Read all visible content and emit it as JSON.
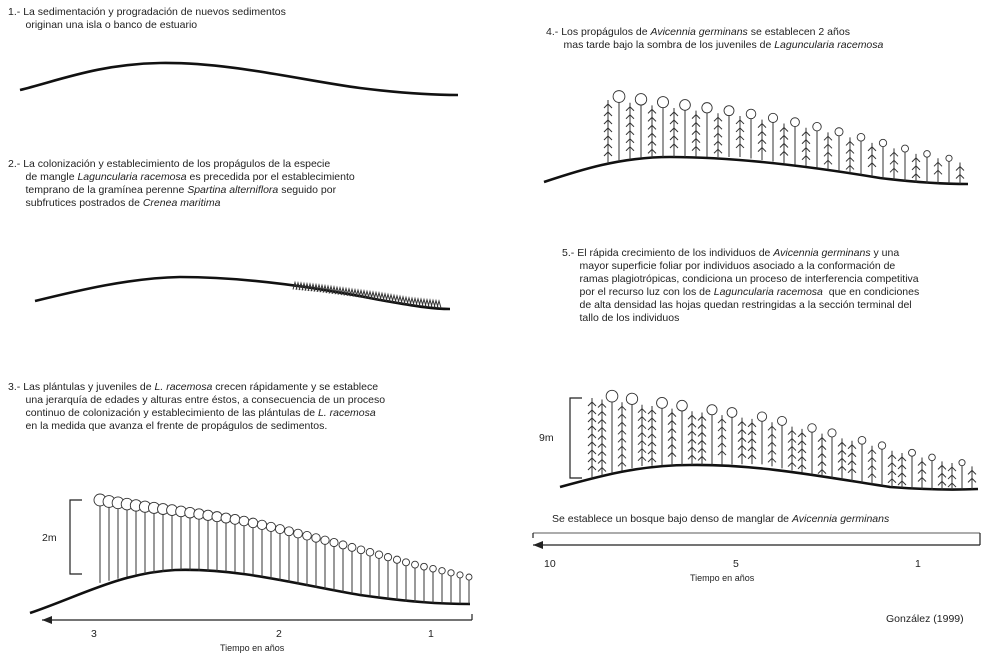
{
  "steps": {
    "s1": {
      "num": "1.-",
      "lines": [
        "La sedimentación y progradación de nuevos sedimentos",
        "originan una isla o banco de estuario"
      ]
    },
    "s2": {
      "num": "2.-",
      "l1": "La colonización y establecimiento de los propágulos de la especie",
      "l2a": "de mangle ",
      "l2b": "Laguncularia racemosa",
      "l2c": " es precedida por el establecimiento",
      "l3a": "temprano de la gramínea perenne ",
      "l3b": "Spartina alterniflora",
      "l3c": " seguido por",
      "l4a": "subfrutices postrados de ",
      "l4b": "Crenea maritima"
    },
    "s3": {
      "num": "3.-",
      "l1a": "Las plántulas y juveniles de ",
      "l1b": "L. racemosa",
      "l1c": " crecen rápidamente y se establece",
      "l2": "una jerarquía de edades y alturas entre éstos, a consecuencia de un proceso",
      "l3a": "continuo de colonización y establecimiento de las plántulas de ",
      "l3b": "L. racemosa",
      "l4": "en la medida que avanza el frente de propágulos de sedimentos."
    },
    "s4": {
      "num": "4.-",
      "l1a": "Los propágulos de ",
      "l1b": "Avicennia germinans",
      "l1c": " se establecen 2 años",
      "l2a": "mas tarde bajo la sombra de los juveniles de ",
      "l2b": "Laguncularia racemosa"
    },
    "s5": {
      "num": "5.-",
      "l1a": "El rápida crecimiento de los individuos de ",
      "l1b": "Avicennia germinans",
      "l1c": " y una",
      "l2": "mayor superficie foliar por individuos asociado a la conformación de",
      "l3": "ramas plagiotrópicas, condiciona un proceso de interferencia competitiva",
      "l4a": "por el recurso luz con los de ",
      "l4b": "Laguncularia racemosa",
      "l4c": "  que en condiciones",
      "l5": "de alta densidad las hojas quedan restringidas a la sección terminal del",
      "l6": "tallo de los individuos"
    },
    "final": {
      "a": "Se establece un bosque bajo denso de manglar de ",
      "b": "Avicennia germinans"
    }
  },
  "scale_left": {
    "height_label": "2m",
    "ticks": [
      "3",
      "2",
      "1"
    ],
    "axis_label": "Tiempo en años"
  },
  "scale_right": {
    "height_label": "9m",
    "ticks": [
      "10",
      "5",
      "1"
    ],
    "axis_label": "Tiempo en años"
  },
  "citation": "González (1999)"
}
